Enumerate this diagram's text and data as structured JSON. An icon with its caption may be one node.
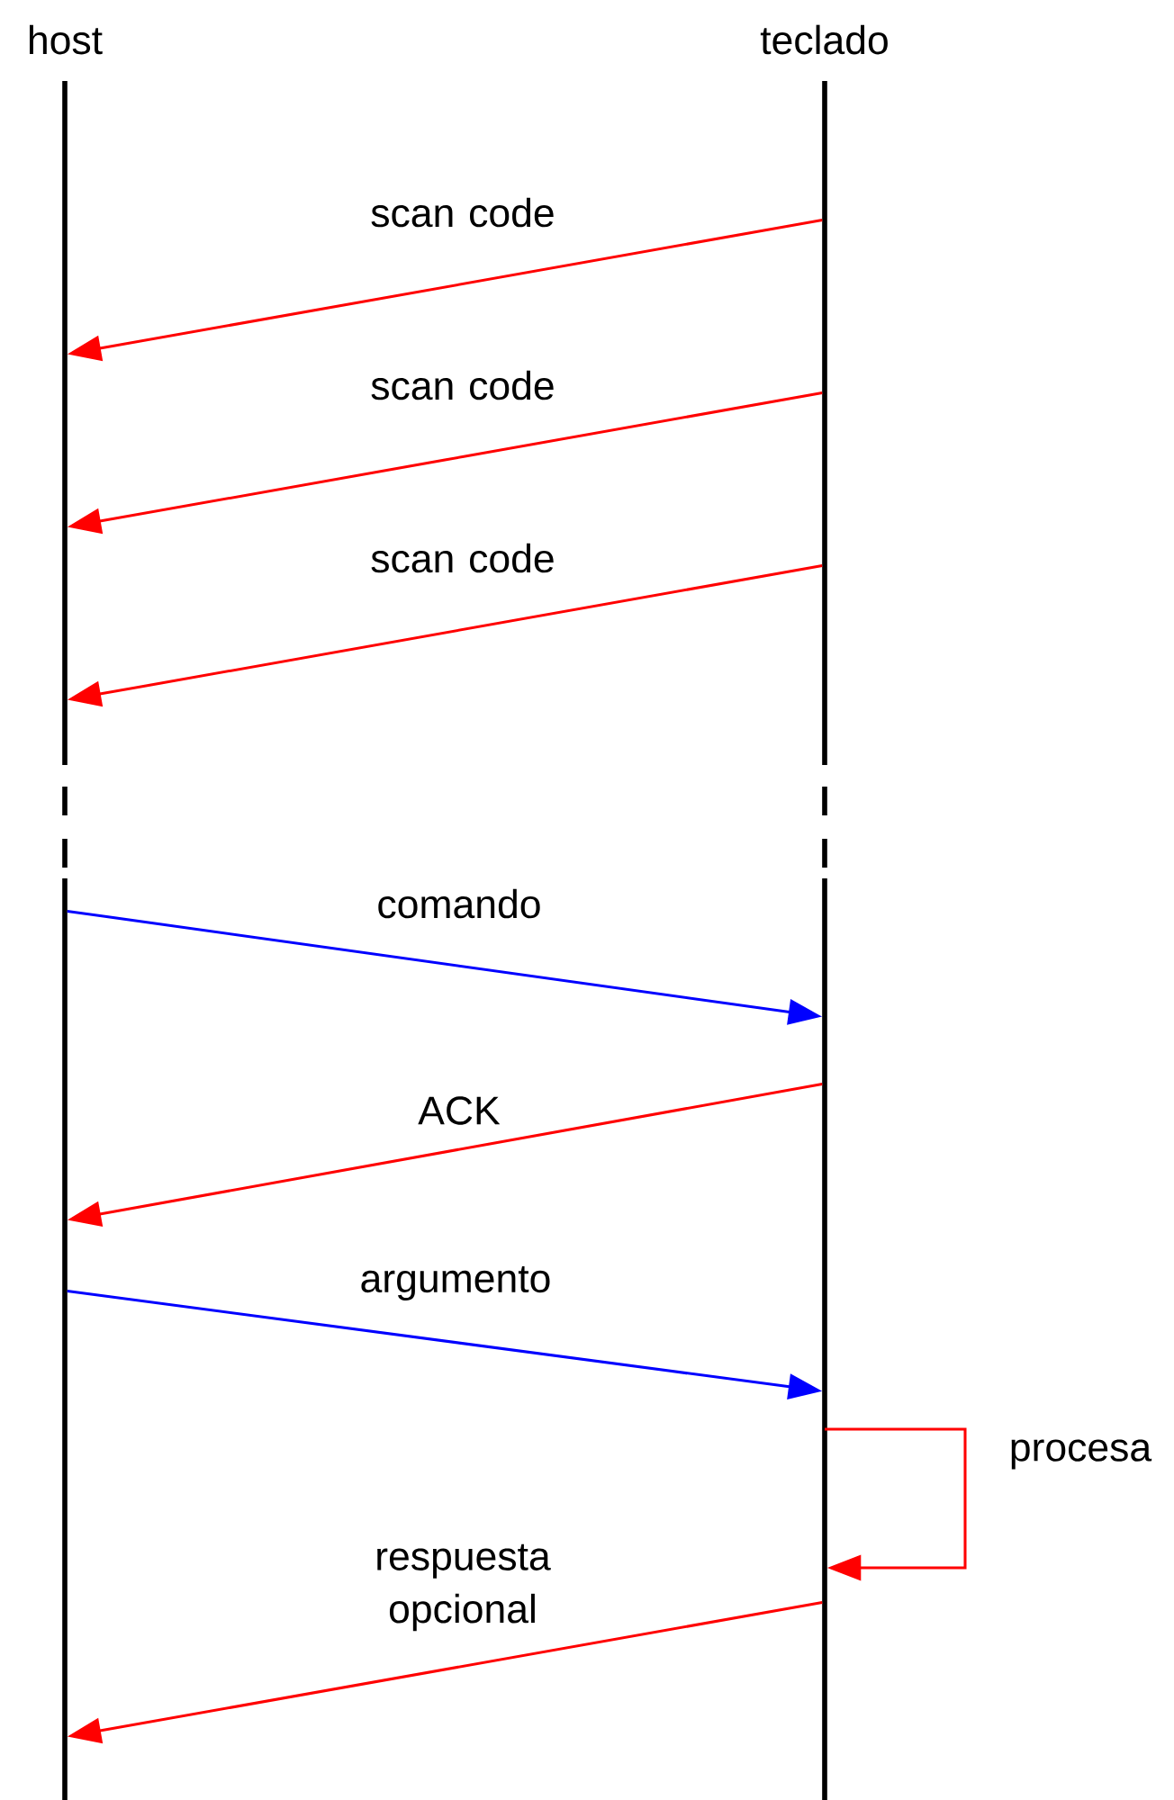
{
  "diagram": {
    "nodes": [
      {
        "text": [
          "host"
        ]
      },
      {
        "text": [
          "teclado"
        ]
      }
    ],
    "edges": [
      {
        "from": 1,
        "to": 0,
        "arrow": "to",
        "label": "scan code"
      },
      {
        "from": 1,
        "to": 0,
        "arrow": "to",
        "label": "scan code"
      },
      {
        "from": 1,
        "to": 0,
        "arrow": "to",
        "label": "scan code"
      },
      {
        "from": 0,
        "to": 1,
        "arrow": "to",
        "label": "comando",
        "color": "#0000ff"
      },
      {
        "from": 1,
        "to": 0,
        "arrow": "to",
        "label": "ACK"
      },
      {
        "from": 0,
        "to": 1,
        "arrow": "to",
        "label": "argumento",
        "color": "#0000ff"
      },
      {
        "from": 1,
        "to": 1,
        "arrow": "to",
        "label": "procesa"
      },
      {
        "from": 1,
        "to": 0,
        "arrow": "to",
        "label": "respuesta opcional"
      }
    ]
  }
}
